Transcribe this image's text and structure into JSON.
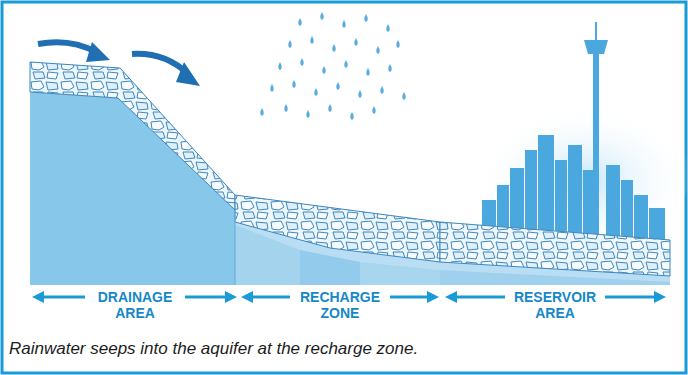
{
  "diagram": {
    "caption": "Rainwater seeps into the aquifer at the recharge zone.",
    "labels": [
      "DRAINAGE AREA",
      "RECHARGE ZONE",
      "RESERVOIR AREA"
    ]
  }
}
